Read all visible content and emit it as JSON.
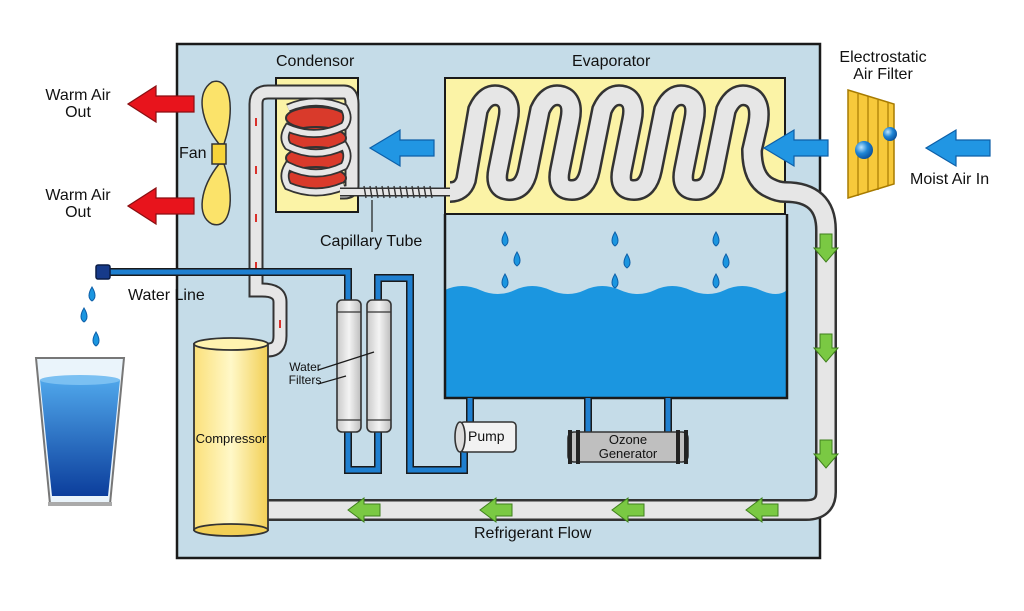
{
  "labels": {
    "condensor": "Condensor",
    "evaporator": "Evaporator",
    "air_filter_line1": "Electrostatic",
    "air_filter_line2": "Air Filter",
    "warm_air_out_1_line1": "Warm Air",
    "warm_air_out_1_line2": "Out",
    "warm_air_out_2_line1": "Warm Air",
    "warm_air_out_2_line2": "Out",
    "fan": "Fan",
    "moist_air_in": "Moist Air In",
    "capillary_tube": "Capillary Tube",
    "water_line": "Water Line",
    "water_filters_line1": "Water",
    "water_filters_line2": "Filters",
    "compressor": "Compressor",
    "pump": "Pump",
    "ozone_line1": "Ozone",
    "ozone_line2": "Generator",
    "refrigerant_flow": "Refrigerant Flow"
  },
  "colors": {
    "housing": "#c5dce8",
    "outline": "#1a1a1a",
    "yellow_panel": "#fbf3a6",
    "tube": "#e6e6e6",
    "water": "#1b96e0",
    "water_line": "#1e7fd0",
    "air_arrow": "#2196e3",
    "warm_arrow": "#e8141c",
    "flow_arrow": "#7ac943",
    "coil_red": "#d93a2b",
    "compressor": "#fbe98a",
    "filter_gold": "#f7c93b"
  }
}
